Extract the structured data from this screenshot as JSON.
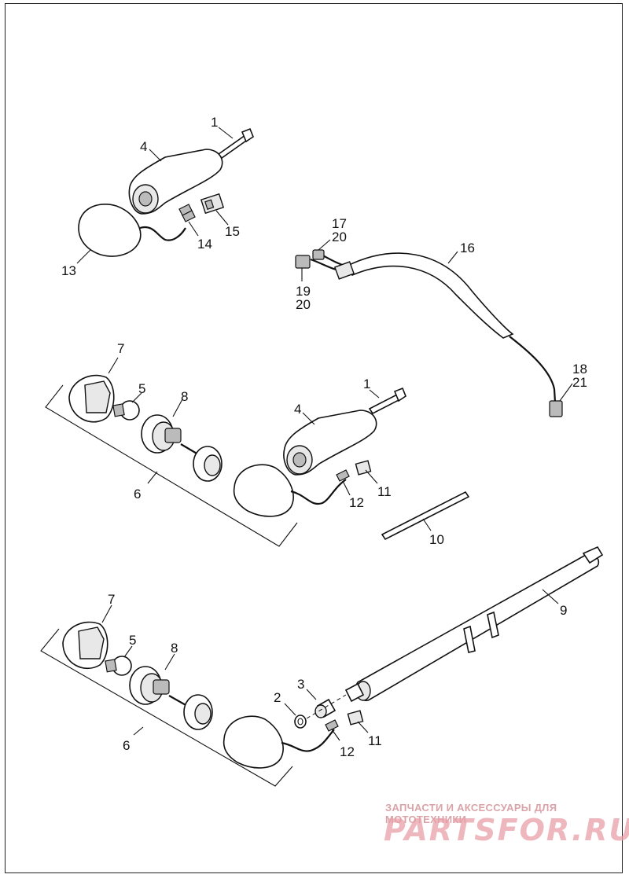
{
  "labels": {
    "l1a": "1",
    "l4a": "4",
    "l13": "13",
    "l14": "14",
    "l15": "15",
    "l17": "17",
    "l20a": "20",
    "l16": "16",
    "l19": "19",
    "l20b": "20",
    "l18": "18",
    "l21": "21",
    "l7a": "7",
    "l5a": "5",
    "l8a": "8",
    "l6a": "6",
    "l1b": "1",
    "l4b": "4",
    "l12a": "12",
    "l11a": "11",
    "l10": "10",
    "l7b": "7",
    "l5b": "5",
    "l8b": "8",
    "l6b": "6",
    "l9": "9",
    "l3": "3",
    "l2": "2",
    "l12b": "12",
    "l11b": "11"
  },
  "watermark": {
    "caption": "ЗАПЧАСТИ И АКСЕССУАРЫ ДЛЯ МОТОТЕХНИКИ",
    "logo": "PARTSFOR.RU"
  }
}
